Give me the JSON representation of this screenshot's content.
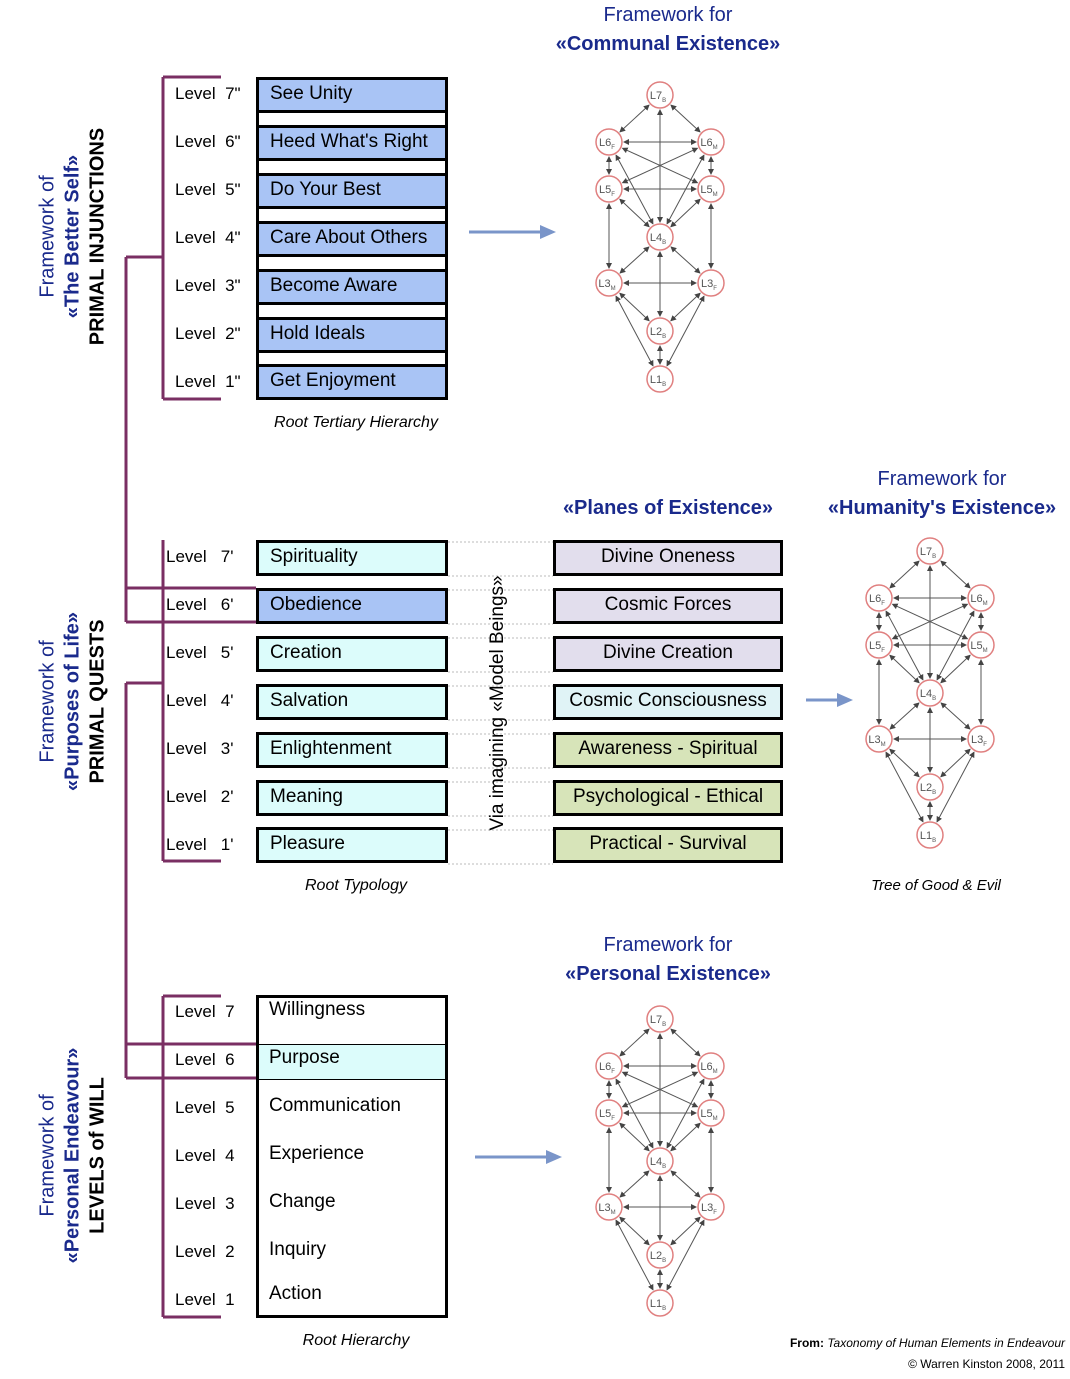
{
  "frameworks": {
    "better_self": {
      "line1": "Framework of",
      "line2": "«The Better Self»",
      "line3": "PRIMAL INJUNCTIONS"
    },
    "purposes_of_life": {
      "line1": "Framework of",
      "line2": "«Purposes of Life»",
      "line3": "PRIMAL QUESTS"
    },
    "personal_endeavour": {
      "line1": "Framework of",
      "line2": "«Personal Endeavour»",
      "line3": "LEVELS of WILL"
    }
  },
  "communal": {
    "line1": "Framework for",
    "line2": "«Communal Existence»"
  },
  "humanity": {
    "line1": "Framework for",
    "line2": "«Humanity's Existence»"
  },
  "personal": {
    "line1": "Framework for",
    "line2": "«Personal Existence»"
  },
  "planes_title": "«Planes of Existence»",
  "via_label": "Via imagining «Model Beings»",
  "injunctions": {
    "caption": "Root Tertiary Hierarchy",
    "levels": [
      {
        "level": "Level  7\"",
        "label": "See Unity"
      },
      {
        "level": "Level  6\"",
        "label": "Heed What's Right"
      },
      {
        "level": "Level  5\"",
        "label": "Do Your Best"
      },
      {
        "level": "Level  4\"",
        "label": "Care About Others"
      },
      {
        "level": "Level  3\"",
        "label": "Become Aware"
      },
      {
        "level": "Level  2\"",
        "label": "Hold Ideals"
      },
      {
        "level": "Level  1\"",
        "label": "Get Enjoyment"
      }
    ]
  },
  "quests": {
    "caption": "Root Typology",
    "levels": [
      {
        "level": "Level   7'",
        "label": "Spirituality",
        "plane": "Divine Oneness"
      },
      {
        "level": "Level   6'",
        "label": "Obedience",
        "plane": "Cosmic Forces"
      },
      {
        "level": "Level   5'",
        "label": "Creation",
        "plane": "Divine Creation"
      },
      {
        "level": "Level   4'",
        "label": "Salvation",
        "plane": "Cosmic Consciousness"
      },
      {
        "level": "Level   3'",
        "label": "Enlightenment",
        "plane": "Awareness - Spiritual"
      },
      {
        "level": "Level   2'",
        "label": "Meaning",
        "plane": "Psychological - Ethical"
      },
      {
        "level": "Level   1'",
        "label": "Pleasure",
        "plane": "Practical - Survival"
      }
    ]
  },
  "will": {
    "caption": "Root Hierarchy",
    "levels": [
      {
        "level": "Level  7",
        "label": "Willingness"
      },
      {
        "level": "Level  6",
        "label": "Purpose"
      },
      {
        "level": "Level  5",
        "label": "Communication"
      },
      {
        "level": "Level  4",
        "label": "Experience"
      },
      {
        "level": "Level  3",
        "label": "Change"
      },
      {
        "level": "Level  2",
        "label": "Inquiry"
      },
      {
        "level": "Level  1",
        "label": "Action"
      }
    ]
  },
  "tree": {
    "caption": "Tree of Good & Evil",
    "nodes": [
      {
        "id": "L7",
        "main": "L7",
        "sub": "B"
      },
      {
        "id": "L6F",
        "main": "L6",
        "sub": "F"
      },
      {
        "id": "L6M",
        "main": "L6",
        "sub": "M"
      },
      {
        "id": "L5F",
        "main": "L5",
        "sub": "F"
      },
      {
        "id": "L5M",
        "main": "L5",
        "sub": "M"
      },
      {
        "id": "L4",
        "main": "L4",
        "sub": "B"
      },
      {
        "id": "L3M",
        "main": "L3",
        "sub": "M"
      },
      {
        "id": "L3F",
        "main": "L3",
        "sub": "F"
      },
      {
        "id": "L2",
        "main": "L2",
        "sub": "B"
      },
      {
        "id": "L1",
        "main": "L1",
        "sub": "B"
      }
    ]
  },
  "footer": {
    "from_label": "From:",
    "source": "Taxonomy of Human Elements in Endeavour",
    "copyright": "© Warren Kinston 2008, 2011"
  },
  "colors": {
    "bracket": "#7a2f63",
    "arrow": "#7a95c9",
    "node_stroke": "#e08080",
    "heading": "#1a2a8c"
  }
}
